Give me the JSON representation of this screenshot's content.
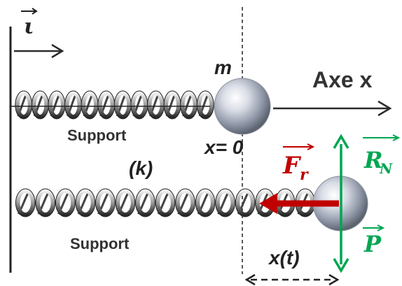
{
  "labels": {
    "unit_vector": "ι",
    "mass": "m",
    "axis": "Axe x",
    "support_top": "Support",
    "origin": "x= 0",
    "stiffness": "(k)",
    "support_bottom": "Support",
    "restoring_force": "F",
    "restoring_force_sub": "r",
    "normal_reaction": "R",
    "normal_reaction_sub": "N",
    "weight": "P",
    "displacement": "x(t)"
  },
  "colors": {
    "force_red": "#c00000",
    "force_green": "#00a651",
    "axis": "#2b2b2b",
    "wall": "#222222"
  },
  "icons": {
    "mass_ball": "sphere",
    "spring": "helical-spring"
  }
}
